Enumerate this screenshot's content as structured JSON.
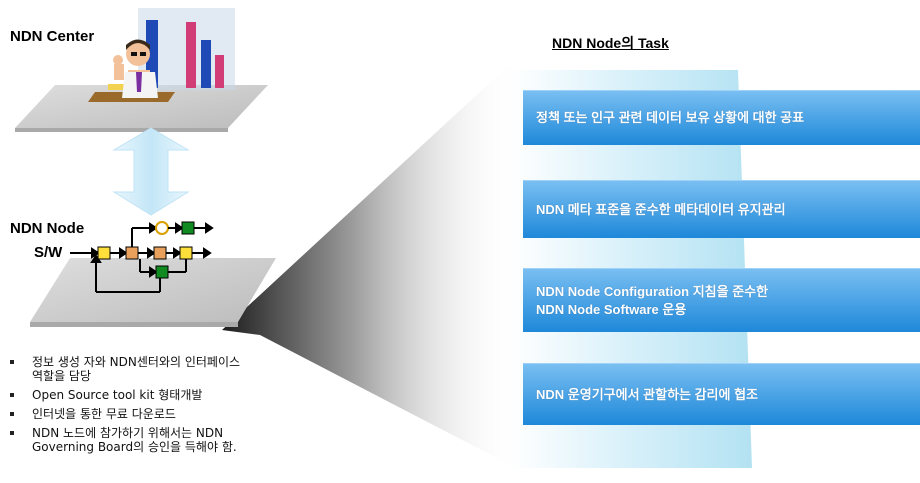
{
  "labels": {
    "center": "NDN Center",
    "node_line1": "NDN Node",
    "node_line2": "S/W"
  },
  "task_panel": {
    "title": "NDN Node의 Task",
    "items": [
      {
        "lines": [
          "정책 또는 인구 관련 데이터 보유 상황에 대한 공표"
        ]
      },
      {
        "lines": [
          "NDN 메타 표준을 준수한 메타데이터 유지관리"
        ]
      },
      {
        "lines": [
          "NDN Node Configuration 지침을 준수한",
          "NDN Node Software 운용"
        ]
      },
      {
        "lines": [
          "NDN 운영기구에서 관할하는 감리에 협조"
        ]
      }
    ]
  },
  "bullets": [
    {
      "lines": [
        "정보 생성 자와 NDN센터와의 인터페이스",
        "역할을 담당"
      ]
    },
    {
      "lines": [
        "Open Source tool kit 형태개발"
      ]
    },
    {
      "lines": [
        "인터넷을 통한 무료 다운로드"
      ]
    },
    {
      "lines": [
        "NDN 노드에 참가하기 위해서는 NDN",
        "Governing Board의 승인을 득해야 함."
      ]
    }
  ],
  "colors": {
    "task_box": "#3a9ae3",
    "panel_bg": "#d8f0fa",
    "platform": "#cfcfcf",
    "arrow": "#cfe9f7"
  },
  "icons": [
    "person-at-desk-icon",
    "bar-chart-icon",
    "flow-diagram-icon"
  ]
}
